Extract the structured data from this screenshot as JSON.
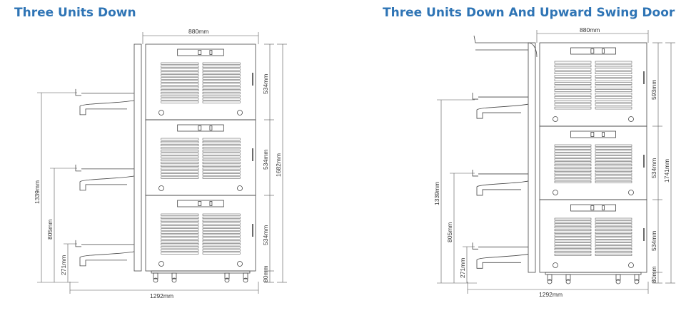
{
  "left": {
    "title": "Three Units Down",
    "dims": {
      "width": "880mm",
      "depth": "1292mm",
      "unit_heights": [
        "534mm",
        "534mm",
        "534mm"
      ],
      "total_height": "1682mm",
      "base_height": "80mm",
      "tray_heights": [
        "1339mm",
        "805mm",
        "271mm"
      ]
    }
  },
  "right": {
    "title": "Three Units Down And Upward Swing Door",
    "dims": {
      "width": "880mm",
      "depth": "1292mm",
      "unit_heights": [
        "593mm",
        "534mm",
        "534mm"
      ],
      "total_height": "1741mm",
      "base_height": "80mm",
      "tray_heights": [
        "1339mm",
        "805mm",
        "271mm"
      ]
    }
  },
  "colors": {
    "title": "#2e74b5",
    "line": "#444444"
  }
}
